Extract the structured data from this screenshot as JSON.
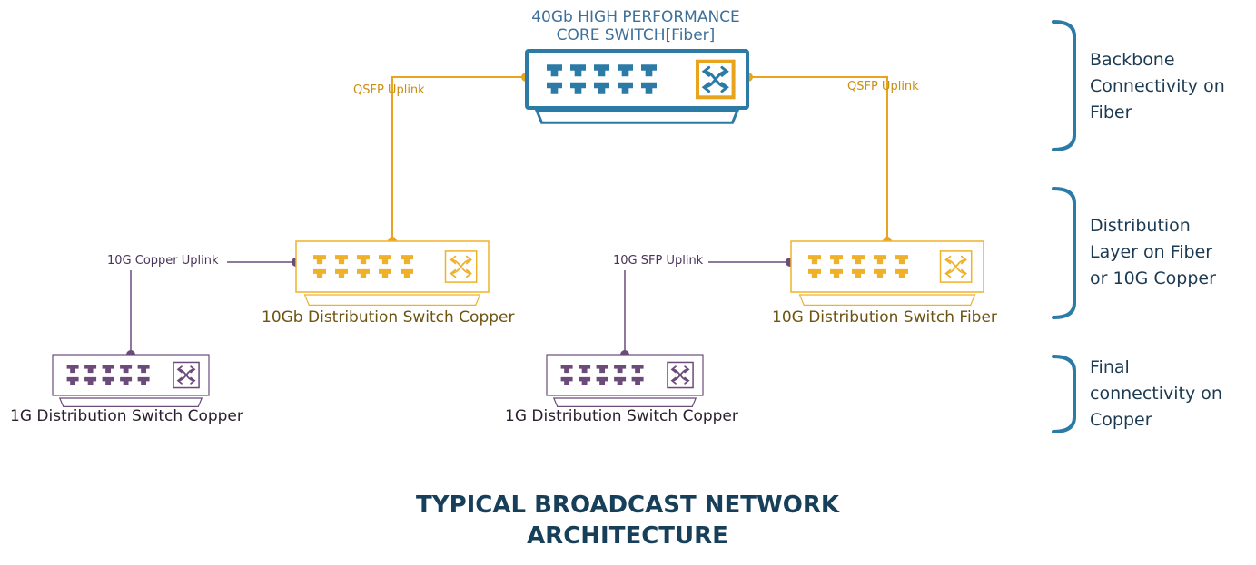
{
  "title": {
    "line1": "TYPICAL BROADCAST NETWORK",
    "line2": "ARCHITECTURE"
  },
  "colors": {
    "core": "#2b7ba6",
    "fiber_link": "#e8a41d",
    "distribution": "#f0b12a",
    "access": "#6a4b7a",
    "bracket": "#2b7ba6",
    "title": "#173f5a"
  },
  "nodes": {
    "core": {
      "line1": "40Gb HIGH PERFORMANCE",
      "line2": "CORE SWITCH[Fiber]",
      "icon": "network-switch-icon",
      "ports": 10
    },
    "dist_copper": {
      "label": "10Gb Distribution Switch Copper",
      "icon": "network-switch-icon",
      "ports": 10
    },
    "dist_fiber": {
      "label": "10G Distribution Switch Fiber",
      "icon": "network-switch-icon",
      "ports": 10
    },
    "access_left": {
      "label": "1G Distribution Switch Copper",
      "icon": "network-switch-icon",
      "ports": 10
    },
    "access_mid": {
      "label": "1G Distribution Switch Copper",
      "icon": "network-switch-icon",
      "ports": 10
    }
  },
  "links": {
    "qsfp_left": "QSFP Uplink",
    "qsfp_right": "QSFP Uplink",
    "copper_uplink": "10G Copper Uplink",
    "sfp_uplink": "10G SFP Uplink"
  },
  "tiers": [
    {
      "line1": "Backbone",
      "line2": "Connectivity on",
      "line3": "Fiber"
    },
    {
      "line1": "Distribution",
      "line2": "Layer on Fiber",
      "line3": "or 10G Copper"
    },
    {
      "line1": "Final",
      "line2": "connectivity on",
      "line3": "Copper"
    }
  ]
}
